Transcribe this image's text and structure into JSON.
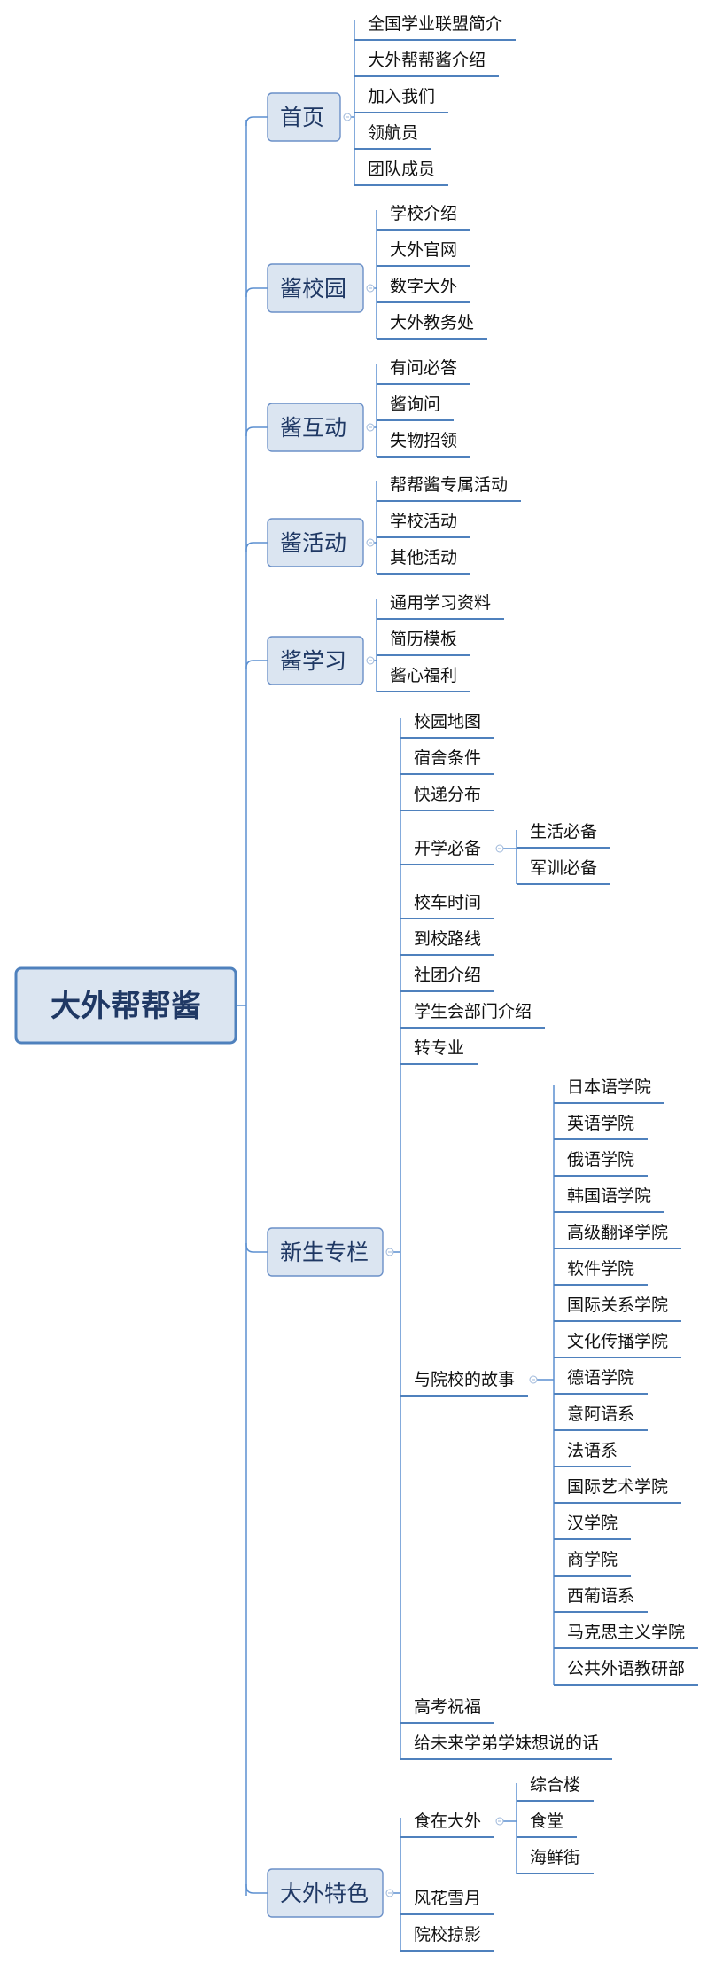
{
  "root": "大外帮帮酱",
  "branches": [
    {
      "label": "首页",
      "children": [
        {
          "label": "全国学业联盟简介"
        },
        {
          "label": "大外帮帮酱介绍"
        },
        {
          "label": "加入我们"
        },
        {
          "label": "领航员"
        },
        {
          "label": "团队成员"
        }
      ]
    },
    {
      "label": "酱校园",
      "children": [
        {
          "label": "学校介绍"
        },
        {
          "label": "大外官网"
        },
        {
          "label": "数字大外"
        },
        {
          "label": "大外教务处"
        }
      ]
    },
    {
      "label": "酱互动",
      "children": [
        {
          "label": "有问必答"
        },
        {
          "label": "酱询问"
        },
        {
          "label": "失物招领"
        }
      ]
    },
    {
      "label": "酱活动",
      "children": [
        {
          "label": "帮帮酱专属活动"
        },
        {
          "label": "学校活动"
        },
        {
          "label": "其他活动"
        }
      ]
    },
    {
      "label": "酱学习",
      "children": [
        {
          "label": "通用学习资料"
        },
        {
          "label": "简历模板"
        },
        {
          "label": "酱心福利"
        }
      ]
    },
    {
      "label": "新生专栏",
      "children": [
        {
          "label": "校园地图"
        },
        {
          "label": "宿舍条件"
        },
        {
          "label": "快递分布"
        },
        {
          "label": "开学必备",
          "children": [
            {
              "label": "生活必备"
            },
            {
              "label": "军训必备"
            }
          ]
        },
        {
          "label": "校车时间"
        },
        {
          "label": "到校路线"
        },
        {
          "label": "社团介绍"
        },
        {
          "label": "学生会部门介绍"
        },
        {
          "label": "转专业"
        },
        {
          "label": "与院校的故事",
          "children": [
            {
              "label": "日本语学院"
            },
            {
              "label": "英语学院"
            },
            {
              "label": "俄语学院"
            },
            {
              "label": "韩国语学院"
            },
            {
              "label": "高级翻译学院"
            },
            {
              "label": "软件学院"
            },
            {
              "label": "国际关系学院"
            },
            {
              "label": "文化传播学院"
            },
            {
              "label": "德语学院"
            },
            {
              "label": "意阿语系"
            },
            {
              "label": "法语系"
            },
            {
              "label": "国际艺术学院"
            },
            {
              "label": "汉学院"
            },
            {
              "label": "商学院"
            },
            {
              "label": "西葡语系"
            },
            {
              "label": "马克思主义学院"
            },
            {
              "label": "公共外语教研部"
            }
          ]
        },
        {
          "label": "高考祝福"
        },
        {
          "label": "给未来学弟学妹想说的话"
        }
      ]
    },
    {
      "label": "大外特色",
      "children": [
        {
          "label": "食在大外",
          "children": [
            {
              "label": "综合楼"
            },
            {
              "label": "食堂"
            },
            {
              "label": "海鲜街"
            }
          ]
        },
        {
          "label": "风花雪月"
        },
        {
          "label": "院校掠影"
        }
      ]
    }
  ],
  "colors": {
    "line": "#5b8fd0",
    "box_fill": "#dbe5f1",
    "box_border": "#4f81bd",
    "text_dark": "#1f3864"
  }
}
